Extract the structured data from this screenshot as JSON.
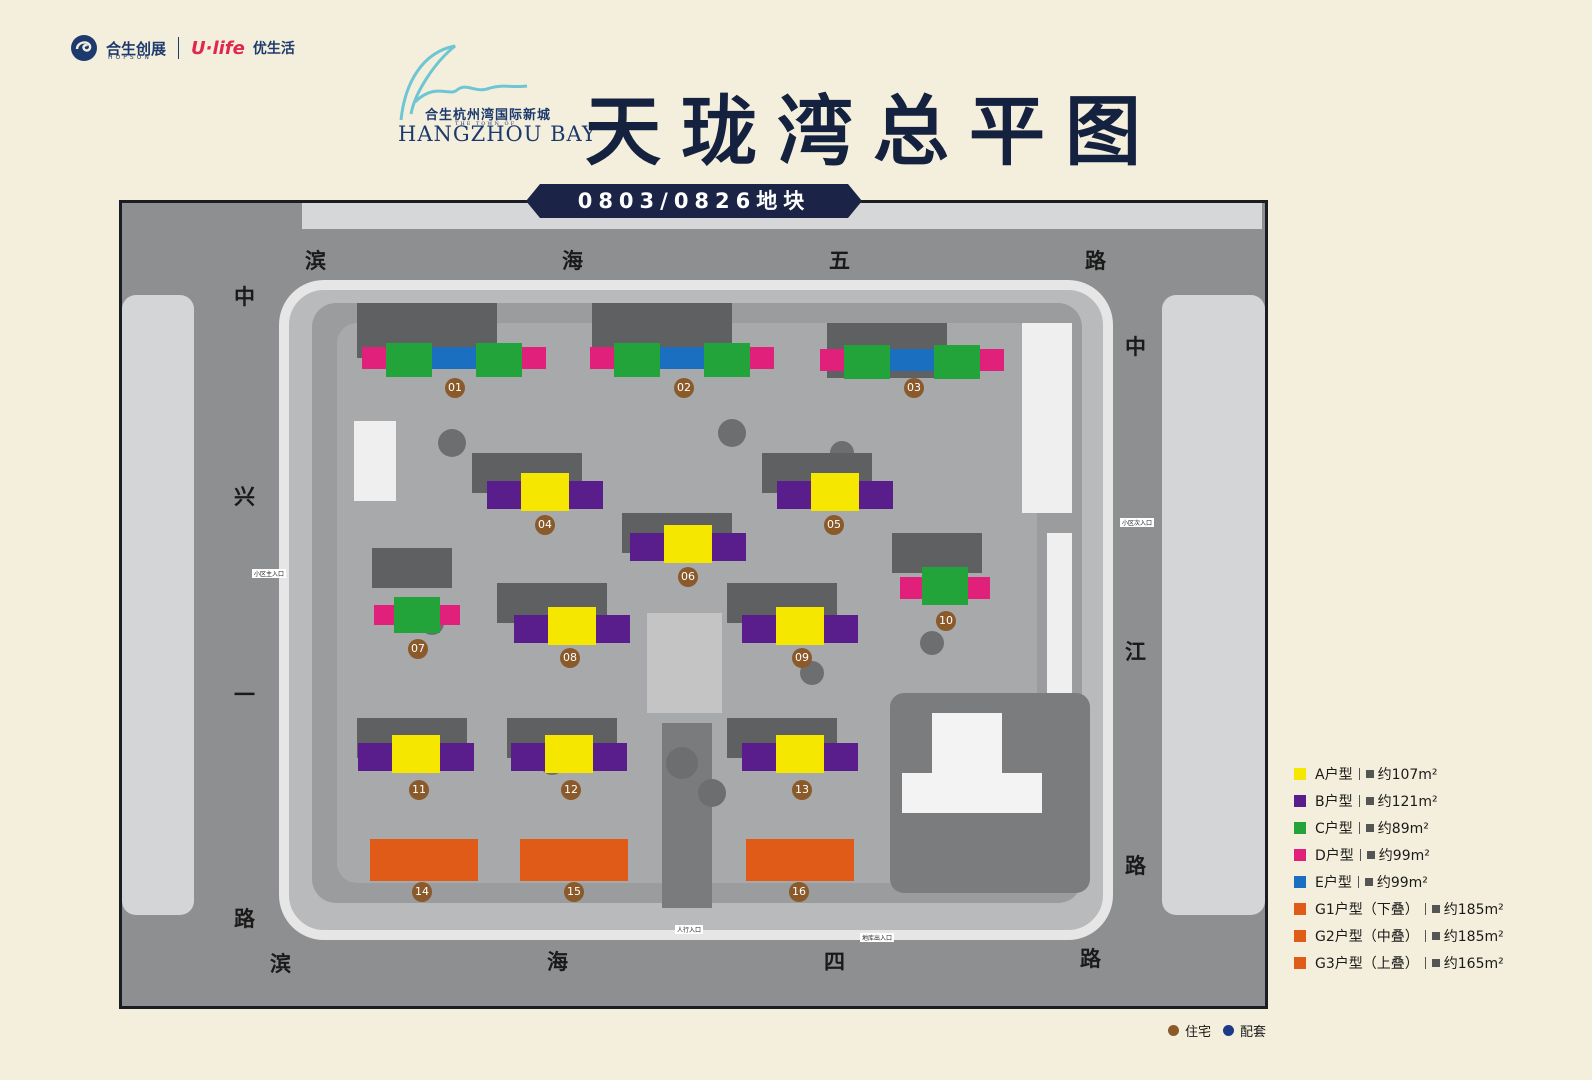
{
  "header": {
    "brand_hopson": "合生创展",
    "brand_hopson_sub": "HOPSON",
    "brand_ulife": "U·life",
    "brand_ulife_cn": "优生活",
    "logo_cn": "合生杭州湾国际新城",
    "logo_small": "THE TOWN OF",
    "logo_en": "HANGZHOU BAY",
    "title": "天珑湾总平图"
  },
  "map": {
    "plot_label": "0803/0826地块",
    "roads": {
      "north": [
        "滨",
        "海",
        "五",
        "路"
      ],
      "south": [
        "滨",
        "海",
        "四",
        "路"
      ],
      "west": [
        "中",
        "兴",
        "一",
        "路"
      ],
      "east": [
        "中",
        "江",
        "路"
      ]
    },
    "buildings": [
      "01",
      "02",
      "03",
      "04",
      "05",
      "06",
      "07",
      "08",
      "09",
      "10",
      "11",
      "12",
      "13",
      "14",
      "15",
      "16"
    ],
    "entrances": [
      "小区主入口",
      "人行入口",
      "地库出入口",
      "小区次入口"
    ]
  },
  "legend": {
    "items": [
      {
        "label": "A户型",
        "area": "约107m²",
        "color": "#f5e700"
      },
      {
        "label": "B户型",
        "area": "约121m²",
        "color": "#5a1d8c"
      },
      {
        "label": "C户型",
        "area": "约89m²",
        "color": "#23a43a"
      },
      {
        "label": "D户型",
        "area": "约99m²",
        "color": "#e0207a"
      },
      {
        "label": "E户型",
        "area": "约99m²",
        "color": "#1a6fc0"
      },
      {
        "label": "G1户型（下叠）",
        "area": "约185m²",
        "color": "#e05a18"
      },
      {
        "label": "G2户型（中叠）",
        "area": "约185m²",
        "color": "#e05a18"
      },
      {
        "label": "G3户型（上叠）",
        "area": "约165m²",
        "color": "#e05a18"
      }
    ],
    "key_residential": "住宅",
    "key_residential_color": "#8a5a2b",
    "key_facility": "配套",
    "key_facility_color": "#1d3a8a"
  }
}
